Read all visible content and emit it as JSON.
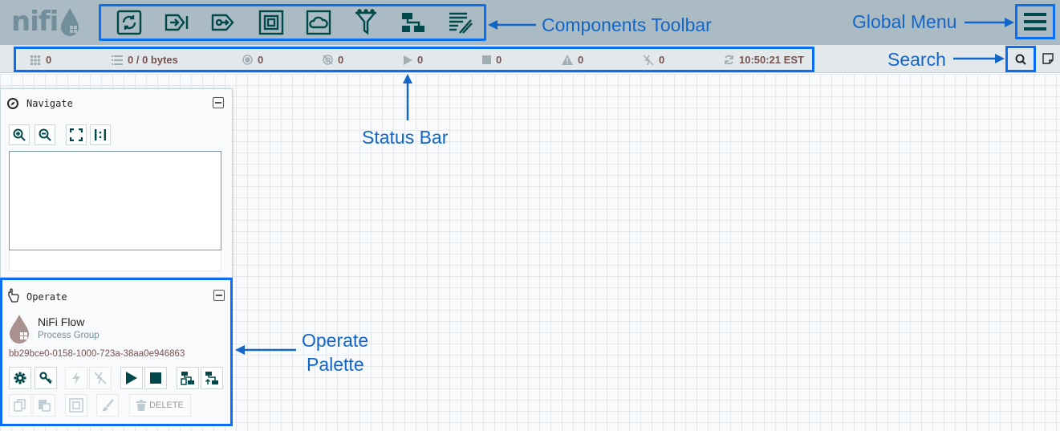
{
  "header": {
    "logo_text": "nifi",
    "toolbar_items": [
      "processor-icon",
      "input-port-icon",
      "output-port-icon",
      "process-group-icon",
      "remote-process-group-icon",
      "funnel-icon",
      "template-icon",
      "label-icon"
    ],
    "global_menu_icon": "hamburger-icon"
  },
  "status": {
    "active_threads": "0",
    "queued": "0 / 0 bytes",
    "transmitting": "0",
    "not_transmitting": "0",
    "running": "0",
    "stopped": "0",
    "invalid": "0",
    "disabled": "0",
    "refreshed": "10:50:21 EST"
  },
  "navigate": {
    "title": "Navigate"
  },
  "operate": {
    "title": "Operate",
    "name": "NiFi Flow",
    "type": "Process Group",
    "id": "bb29bce0-0158-1000-723a-38aa0e946863",
    "delete_label": "DELETE"
  },
  "annotations": {
    "components_toolbar": "Components Toolbar",
    "global_menu": "Global Menu",
    "search": "Search",
    "status_bar": "Status Bar",
    "operate_palette_line1": "Operate",
    "operate_palette_line2": "Palette"
  },
  "colors": {
    "accent": "#0a6ef5",
    "annotation": "#1366c9",
    "header": "#aabbc3",
    "icon": "#004849",
    "status_value": "#775351"
  }
}
